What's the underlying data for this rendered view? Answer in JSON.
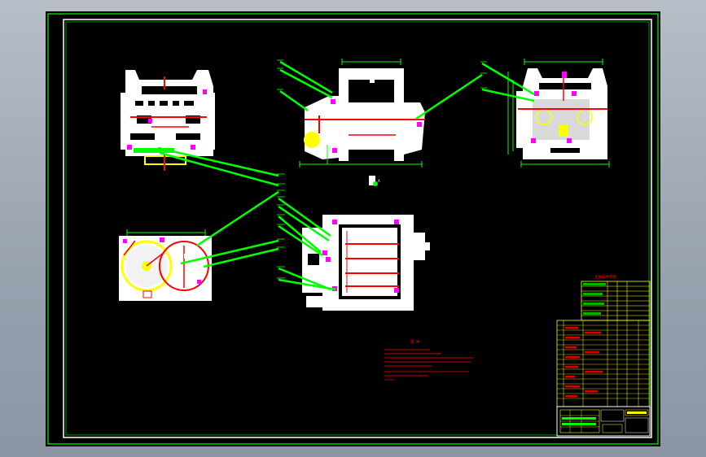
{
  "viewer": {
    "background": "#9aa3b0",
    "canvas_color": "#000000"
  },
  "drawing": {
    "colors": {
      "frame": "#00ff00",
      "border": "#ffffff",
      "part": "#ffffff",
      "leader": "#00ff00",
      "shaft": "#ff0000",
      "marker": "#ff00ff",
      "title_block": "#ffff00",
      "notes": "#ff0000"
    },
    "views": [
      {
        "name": "top-left-view"
      },
      {
        "name": "front-view"
      },
      {
        "name": "top-right-view"
      },
      {
        "name": "section-view"
      },
      {
        "name": "lower-main-view"
      }
    ],
    "notes_heading": "技 术",
    "parts_table_heading": "主要技术参数",
    "detail_marker": "A"
  }
}
